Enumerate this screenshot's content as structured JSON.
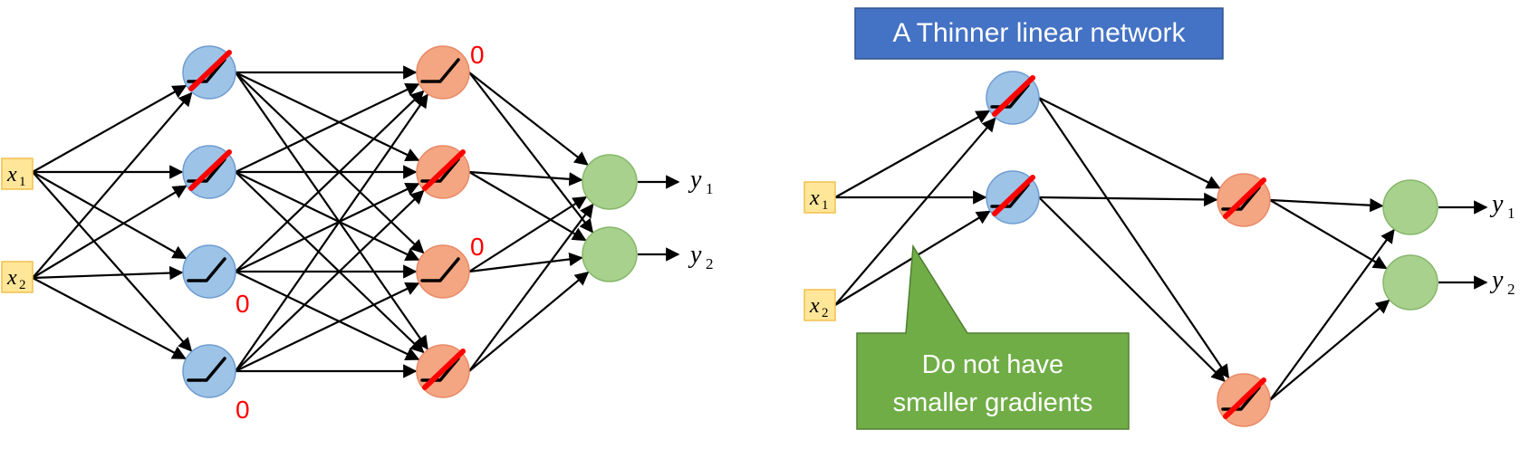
{
  "colors": {
    "blue_fill": "#9dc3e6",
    "blue_stroke": "#6e9cd0",
    "orange_fill": "#f4a582",
    "orange_stroke": "#e88a66",
    "green_fill": "#a9d18e",
    "green_stroke": "#86b86a",
    "input_fill": "#ffe699",
    "input_stroke": "#f2c14e",
    "title_fill": "#4472c4",
    "callout_fill": "#70ad47",
    "zero_red": "#ff0000",
    "strike_red": "#ff0000"
  },
  "left_network": {
    "inputs": [
      {
        "var": "x",
        "sub": "1"
      },
      {
        "var": "x",
        "sub": "2"
      }
    ],
    "outputs": [
      {
        "var": "y",
        "sub": "1"
      },
      {
        "var": "y",
        "sub": "2"
      }
    ],
    "layer1_active": [
      true,
      true,
      false,
      false
    ],
    "layer1_zero_labels": [
      "",
      "",
      "0",
      "0"
    ],
    "layer2_active": [
      false,
      true,
      false,
      true
    ],
    "layer2_zero_labels": [
      "0",
      "",
      "0",
      ""
    ]
  },
  "right_network": {
    "title": "A Thinner linear network",
    "inputs": [
      {
        "var": "x",
        "sub": "1"
      },
      {
        "var": "x",
        "sub": "2"
      }
    ],
    "outputs": [
      {
        "var": "y",
        "sub": "1"
      },
      {
        "var": "y",
        "sub": "2"
      }
    ],
    "callout_lines": [
      "Do not have",
      "smaller gradients"
    ]
  }
}
